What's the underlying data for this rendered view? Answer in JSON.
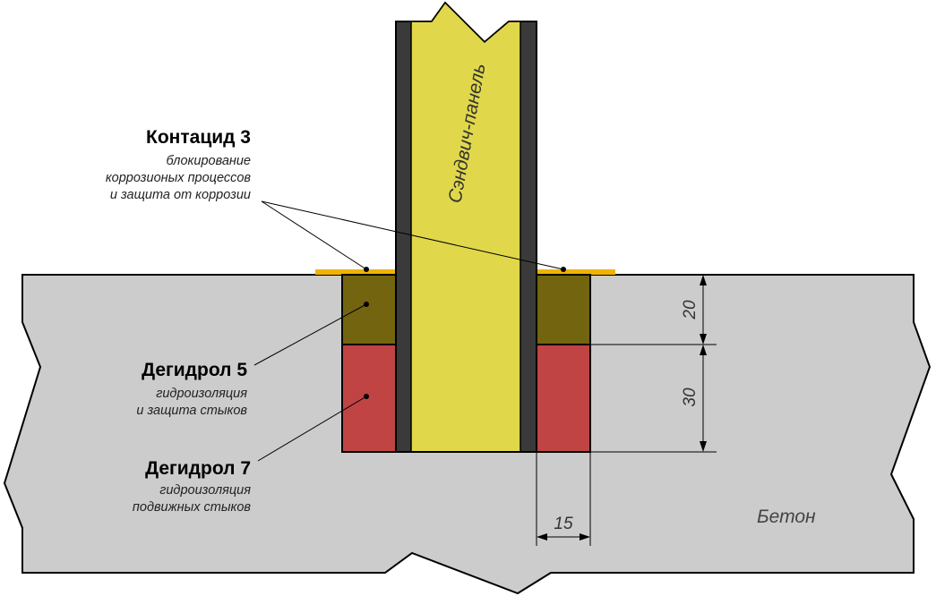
{
  "colors": {
    "concrete": "#cccccc",
    "panel_core": "#e0d84a",
    "panel_skin": "#3a3a3a",
    "contacid_strip": "#f0b400",
    "degidrol5": "#736510",
    "degidrol7": "#c04444",
    "outline": "#000000"
  },
  "labels": {
    "contacid": {
      "title": "Контацид 3",
      "lines": [
        "блокирование",
        "коррозионых процессов",
        "и защита от коррозии"
      ]
    },
    "degidrol5": {
      "title": "Дегидрол 5",
      "lines": [
        "гидроизоляция",
        "и защита стыков"
      ]
    },
    "degidrol7": {
      "title": "Дегидрол 7",
      "lines": [
        "гидроизоляция",
        "подвижных стыков"
      ]
    },
    "panel": "Сэндвич-панель",
    "concrete": "Бетон"
  },
  "dimensions": {
    "top_layer": "20",
    "bottom_layer": "30",
    "gap_width": "15"
  }
}
